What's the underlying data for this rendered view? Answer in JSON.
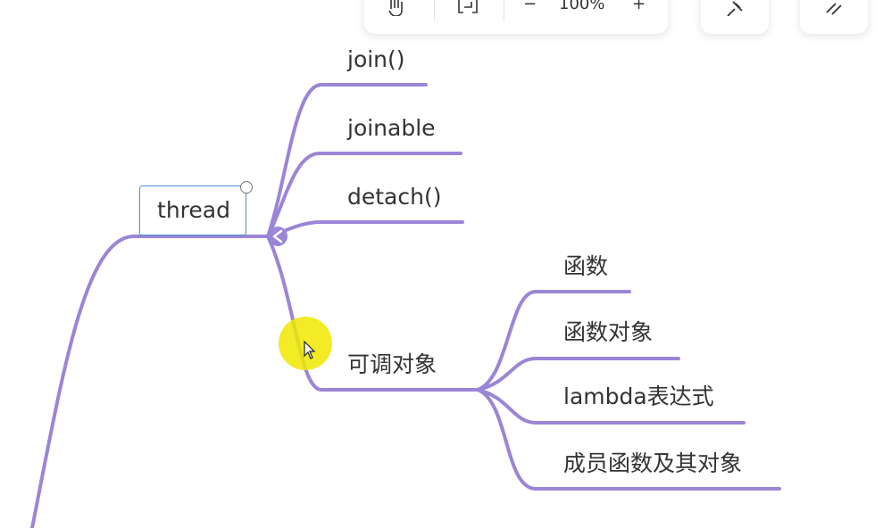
{
  "colors": {
    "branch": "#9b85d6",
    "root_border": "#4a90d9",
    "highlight": "#f0e800"
  },
  "toolbar": {
    "zoom_out": "−",
    "zoom_level": "100%",
    "zoom_in": "+",
    "icons": [
      "hand-icon",
      "fit-screen-icon",
      "pin-icon",
      "collapse-panel-icon"
    ]
  },
  "mindmap": {
    "root": "thread",
    "children": [
      {
        "label": "join()"
      },
      {
        "label": "joinable"
      },
      {
        "label": "detach()"
      },
      {
        "label": "可调对象",
        "children": [
          {
            "label": "函数"
          },
          {
            "label": "函数对象"
          },
          {
            "label": "lambda表达式"
          },
          {
            "label": "成员函数及其对象"
          }
        ]
      }
    ]
  }
}
